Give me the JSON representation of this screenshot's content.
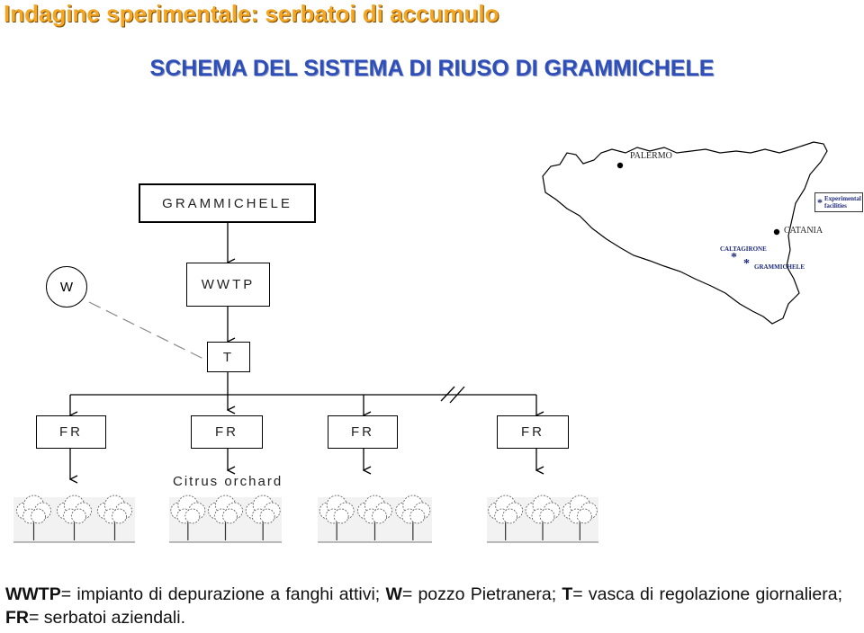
{
  "header": {
    "title": "Indagine sperimentale: serbatoi di accumulo",
    "subtitle": "SCHEMA DEL SISTEMA DI RIUSO DI GRAMMICHELE"
  },
  "diagram": {
    "town": "GRAMMICHELE",
    "well": "W",
    "plant": "WWTP",
    "tank": "T",
    "farm_tanks": [
      "FR",
      "FR",
      "FR",
      "FR"
    ],
    "orchard_label": "Citrus orchard"
  },
  "map": {
    "cities": {
      "palermo": "PALERMO",
      "catania": "CATANIA",
      "caltagirone": "CALTAGIRONE",
      "grammichele": "GRAMMICHELE"
    },
    "legend_label": "Experimental facilities",
    "legend_symbol": "*",
    "coast_color": "#000000",
    "marker_color": "#1c2a7a"
  },
  "footer": {
    "line1": [
      {
        "bold": "WWTP",
        "text": "= impianto di depurazione a fanghi attivi; "
      },
      {
        "bold": "W",
        "text": "= pozzo Pietranera; "
      },
      {
        "bold": "T",
        "text": "= vasca di regolazione giornaliera; "
      },
      {
        "bold": "FR",
        "text": "= serbatoi aziendali."
      }
    ]
  },
  "colors": {
    "title": "#f5a623",
    "subtitle": "#2f4fb8"
  }
}
